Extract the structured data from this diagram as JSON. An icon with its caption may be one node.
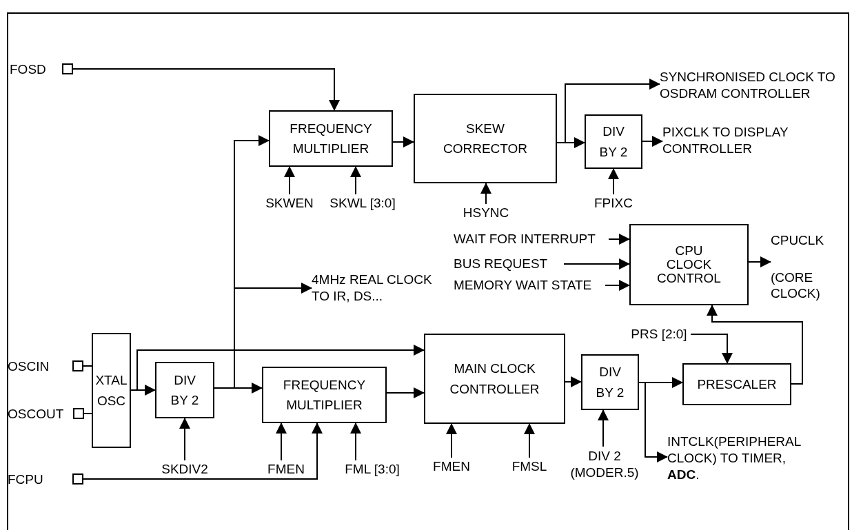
{
  "diagram": {
    "nodes": [
      {
        "text": [
          "FOSD"
        ]
      },
      {
        "text": [
          "FREQUENCY MULTIPLIER"
        ]
      },
      {
        "text": [
          "SKEW CORRECTOR"
        ]
      },
      {
        "text": [
          "DIV BY 2"
        ]
      },
      {
        "text": [
          "SYNCHRONISED CLOCK TO OSDRAM CONTROLLER"
        ]
      },
      {
        "text": [
          "PIXCLK TO DISPLAY CONTROLLER"
        ]
      },
      {
        "text": [
          "SKWEN"
        ]
      },
      {
        "text": [
          "SKWL [3:0]"
        ]
      },
      {
        "text": [
          "HSYNC"
        ]
      },
      {
        "text": [
          "FPIXC"
        ]
      },
      {
        "text": [
          "WAIT FOR INTERRUPT"
        ]
      },
      {
        "text": [
          "BUS REQUEST"
        ]
      },
      {
        "text": [
          "MEMORY WAIT STATE"
        ]
      },
      {
        "text": [
          "CPU CLOCK CONTROL"
        ]
      },
      {
        "text": [
          "4MHz REAL CLOCK TO IR, DS..."
        ]
      },
      {
        "text": [
          "OSCIN"
        ]
      },
      {
        "text": [
          "OSCOUT"
        ]
      },
      {
        "text": [
          "FCPU"
        ]
      },
      {
        "text": [
          "XTAL OSC"
        ]
      },
      {
        "text": [
          "DIV BY 2"
        ]
      },
      {
        "text": [
          "FREQUENCY MULTIPLIER"
        ]
      },
      {
        "text": [
          "MAIN CLOCK CONTROLLER"
        ]
      },
      {
        "text": [
          "DIV BY 2"
        ]
      },
      {
        "text": [
          "PRESCALER"
        ]
      },
      {
        "text": [
          "PRS [2:0]"
        ]
      },
      {
        "text": [
          "SKDIV2"
        ]
      },
      {
        "text": [
          "FMEN"
        ]
      },
      {
        "text": [
          "FML [3:0]"
        ]
      },
      {
        "text": [
          "FMEN"
        ]
      },
      {
        "text": [
          "FMSL"
        ]
      },
      {
        "text": [
          "DIV 2 (MODER.5)"
        ]
      },
      {
        "text": [
          "INTCLK(PERIPHERAL CLOCK) TO TIMER, **ADC**."
        ]
      },
      {
        "text": [
          "CPUCLK",
          "(CORE CLOCK)"
        ]
      }
    ],
    "edges": [
      {
        "from": 0,
        "to": 1,
        "arrow": "to"
      },
      {
        "from": 1,
        "to": 2,
        "arrow": "to"
      },
      {
        "from": 2,
        "to": 4,
        "arrow": "to"
      },
      {
        "from": 2,
        "to": 3,
        "arrow": "to"
      },
      {
        "from": 3,
        "to": 5,
        "arrow": "to"
      },
      {
        "from": 6,
        "to": 1,
        "arrow": "to"
      },
      {
        "from": 7,
        "to": 1,
        "arrow": "to"
      },
      {
        "from": 8,
        "to": 2,
        "arrow": "to"
      },
      {
        "from": 9,
        "to": 3,
        "arrow": "to"
      },
      {
        "from": 10,
        "to": 13,
        "arrow": "to"
      },
      {
        "from": 11,
        "to": 13,
        "arrow": "to"
      },
      {
        "from": 12,
        "to": 13,
        "arrow": "to"
      },
      {
        "from": 13,
        "to": 32,
        "arrow": "to"
      },
      {
        "from": 15,
        "to": 18,
        "arrow": "none"
      },
      {
        "from": 16,
        "to": 18,
        "arrow": "none"
      },
      {
        "from": 18,
        "to": 19,
        "arrow": "to"
      },
      {
        "from": 18,
        "to": 21,
        "arrow": "to"
      },
      {
        "from": 19,
        "to": 20,
        "arrow": "to"
      },
      {
        "from": 19,
        "to": 1,
        "arrow": "to"
      },
      {
        "from": 19,
        "to": 14,
        "arrow": "to"
      },
      {
        "from": 17,
        "to": 20,
        "arrow": "to"
      },
      {
        "from": 25,
        "to": 19,
        "arrow": "to"
      },
      {
        "from": 26,
        "to": 20,
        "arrow": "to"
      },
      {
        "from": 27,
        "to": 20,
        "arrow": "to"
      },
      {
        "from": 20,
        "to": 21,
        "arrow": "to"
      },
      {
        "from": 28,
        "to": 21,
        "arrow": "to"
      },
      {
        "from": 29,
        "to": 21,
        "arrow": "to"
      },
      {
        "from": 21,
        "to": 22,
        "arrow": "to"
      },
      {
        "from": 22,
        "to": 23,
        "arrow": "to"
      },
      {
        "from": 22,
        "to": 31,
        "arrow": "to"
      },
      {
        "from": 30,
        "to": 22,
        "arrow": "to"
      },
      {
        "from": 24,
        "to": 23,
        "arrow": "to"
      },
      {
        "from": 23,
        "to": 13,
        "arrow": "to"
      }
    ]
  }
}
